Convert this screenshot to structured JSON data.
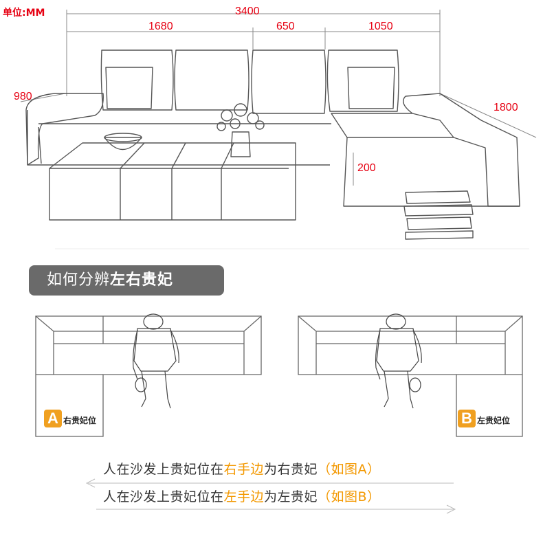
{
  "unit_label": "单位:MM",
  "dimensions": {
    "total_width": "3400",
    "left_section": "1680",
    "middle_section": "650",
    "right_section": "1050",
    "depth": "980",
    "chaise_length": "1800",
    "seat_height": "200"
  },
  "banner": {
    "prefix": "如何分辨",
    "bold": "左右贵妃"
  },
  "diagram_a": {
    "letter": "A",
    "label": "右贵妃位"
  },
  "diagram_b": {
    "letter": "B",
    "label": "左贵妃位"
  },
  "rule_a": {
    "pre": "人在沙发上贵妃位在",
    "hl": "右手边",
    "post": "为右贵妃",
    "paren": "（如图A）"
  },
  "rule_b": {
    "pre": "人在沙发上贵妃位在",
    "hl": "左手边",
    "post": "为左贵妃",
    "paren": "（如图B）"
  },
  "colors": {
    "dimension_red": "#e60012",
    "highlight_orange": "#f39800",
    "banner_gray": "#6a6a6a",
    "tag_orange": "#f0a020"
  }
}
